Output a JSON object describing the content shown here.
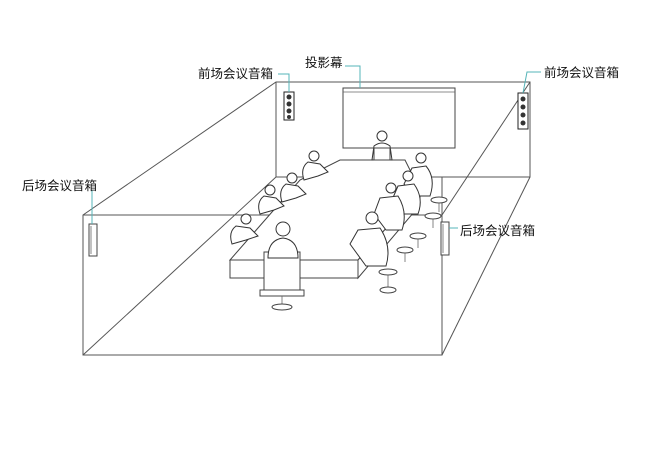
{
  "labels": {
    "screen": "投影幕",
    "front_left": "前场会议音箱",
    "front_right": "前场会议音箱",
    "rear_left": "后场会议音箱",
    "rear_right": "后场会议音箱"
  },
  "colors": {
    "leader_line": "#55b4b8",
    "outline": "#555555"
  },
  "icons": [
    "speaker-icon",
    "projection-screen",
    "conference-table",
    "person-figure",
    "chair"
  ]
}
